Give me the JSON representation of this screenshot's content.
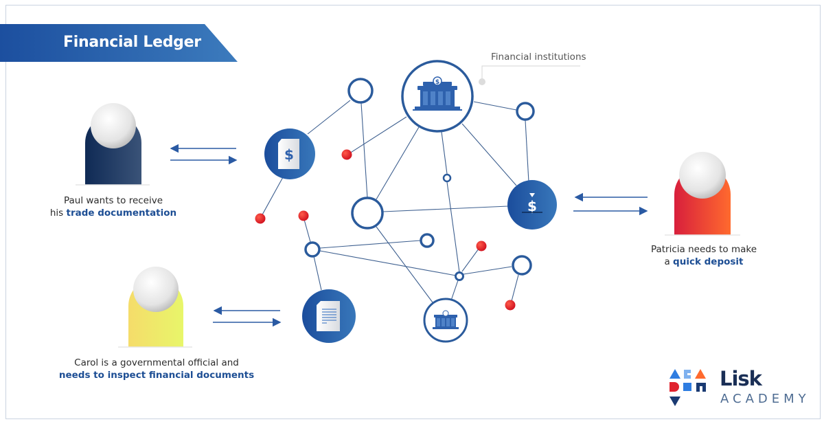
{
  "title": "Financial Ledger",
  "annotation": "Financial institutions",
  "actors": [
    {
      "name": "Paul",
      "text_plain": "Paul wants to receive",
      "text_prefix": "his ",
      "text_bold": "trade documentation",
      "body_color_start": "#0f2a55",
      "body_color_end": "#3a5378"
    },
    {
      "name": "Carol",
      "text_plain": "Carol is a governmental official and",
      "text_prefix": "",
      "text_bold": "needs to inspect financial documents",
      "body_color_start": "#f5dc6a",
      "body_color_end": "#e8f66a"
    },
    {
      "name": "Patricia",
      "text_plain": "Patricia needs to make",
      "text_prefix": "a ",
      "text_bold": "quick deposit",
      "body_color_start": "#d81f3c",
      "body_color_end": "#ff6a2e"
    }
  ],
  "nodes": {
    "trade_document": "dollar-document-icon",
    "deposit": "dollar-deposit-icon",
    "financial_document": "text-document-icon",
    "bank_main": "bank-icon",
    "bank_small": "bank-icon"
  },
  "logo": {
    "name": "Lisk",
    "subtitle": "ACADEMY"
  },
  "colors": {
    "primary": "#2a5aa3",
    "accent_red": "#e0232e",
    "banner_start": "#1c4f9f",
    "banner_end": "#3c7bbd",
    "text_bold": "#1d4e94"
  }
}
